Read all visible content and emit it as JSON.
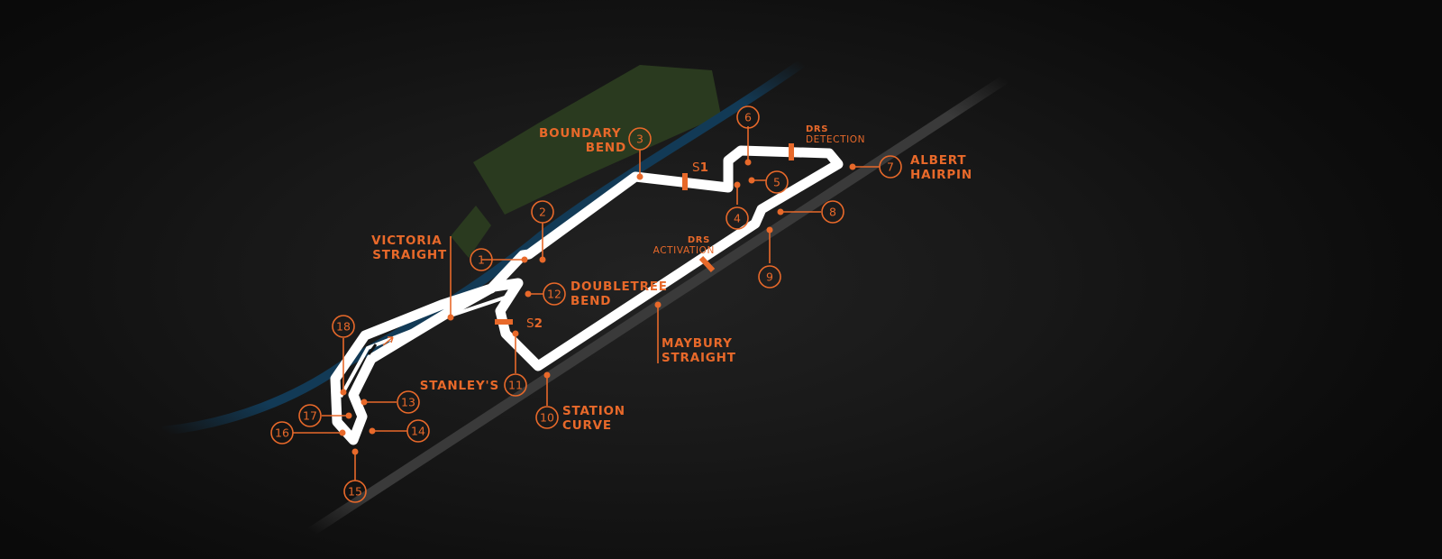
{
  "map": {
    "turns": [
      {
        "num": "1",
        "name": null
      },
      {
        "num": "2",
        "name": null
      },
      {
        "num": "3",
        "name": "BOUNDARY BEND"
      },
      {
        "num": "4",
        "name": null
      },
      {
        "num": "5",
        "name": null
      },
      {
        "num": "6",
        "name": null
      },
      {
        "num": "7",
        "name": "ALBERT HAIRPIN"
      },
      {
        "num": "8",
        "name": null
      },
      {
        "num": "9",
        "name": null
      },
      {
        "num": "10",
        "name": "STATION CURVE"
      },
      {
        "num": "11",
        "name": "STANLEY'S"
      },
      {
        "num": "12",
        "name": "DOUBLETREE BEND"
      },
      {
        "num": "13",
        "name": null
      },
      {
        "num": "14",
        "name": null
      },
      {
        "num": "15",
        "name": null
      },
      {
        "num": "16",
        "name": null
      },
      {
        "num": "17",
        "name": null
      },
      {
        "num": "18",
        "name": null
      }
    ],
    "labels": {
      "boundary_bend": [
        "BOUNDARY",
        "BEND"
      ],
      "albert_hairpin": [
        "ALBERT",
        "HAIRPIN"
      ],
      "doubletree_bend": [
        "DOUBLETREE",
        "BEND"
      ],
      "station_curve": [
        "STATION",
        "CURVE"
      ],
      "stanleys": "STANLEY'S",
      "victoria_straight": [
        "VICTORIA",
        "STRAIGHT"
      ],
      "maybury_straight": [
        "MAYBURY",
        "STRAIGHT"
      ],
      "drs_detection": [
        "DRS",
        "DETECTION"
      ],
      "drs_activation": [
        "DRS",
        "ACTIVATION"
      ]
    },
    "sectors": {
      "s1": {
        "letter": "S",
        "num": "1"
      },
      "s2": {
        "letter": "S",
        "num": "2"
      }
    },
    "colors": {
      "accent": "#e8692a",
      "track": "#ffffff",
      "river": "#123a56",
      "park": "#2a3a1f",
      "rail": "#3a3a3a",
      "background": "#161616"
    }
  }
}
